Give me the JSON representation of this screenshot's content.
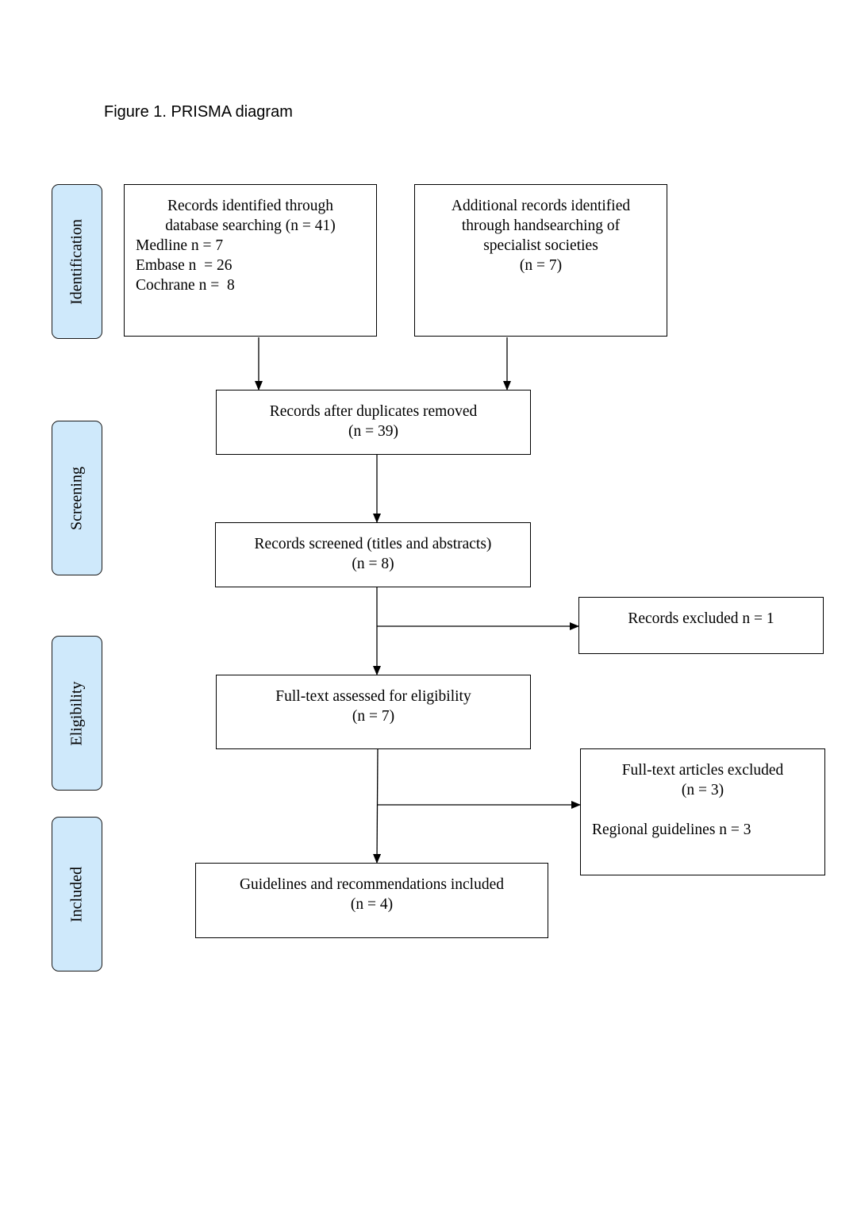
{
  "title": "Figure 1. PRISMA diagram",
  "stages": [
    {
      "label": "Identification"
    },
    {
      "label": "Screening"
    },
    {
      "label": "Eligibility"
    },
    {
      "label": "Included"
    }
  ],
  "stage_color": "#cfe9fb",
  "boxes": {
    "database": {
      "lines": [
        "Records identified through",
        "database searching (n = 41)"
      ],
      "sources": [
        "Medline n = 7",
        "Embase n  = 26",
        "Cochrane n =  8"
      ]
    },
    "additional": {
      "lines": [
        "Additional records identified",
        "through handsearching of",
        "specialist societies",
        "(n = 7)"
      ]
    },
    "duplicates": {
      "lines": [
        "Records after duplicates removed",
        "(n = 39)"
      ]
    },
    "screened": {
      "lines": [
        "Records screened (titles and abstracts)",
        "(n = 8)"
      ]
    },
    "excluded": {
      "lines": [
        "Records excluded n = 1"
      ]
    },
    "fulltext": {
      "lines": [
        "Full-text assessed for eligibility",
        "(n = 7)"
      ]
    },
    "fulltext_excluded": {
      "lines": [
        "Full-text articles excluded",
        "(n = 3)"
      ],
      "reason": "Regional guidelines n = 3"
    },
    "included": {
      "lines": [
        "Guidelines and recommendations included",
        "(n = 4)"
      ]
    }
  }
}
